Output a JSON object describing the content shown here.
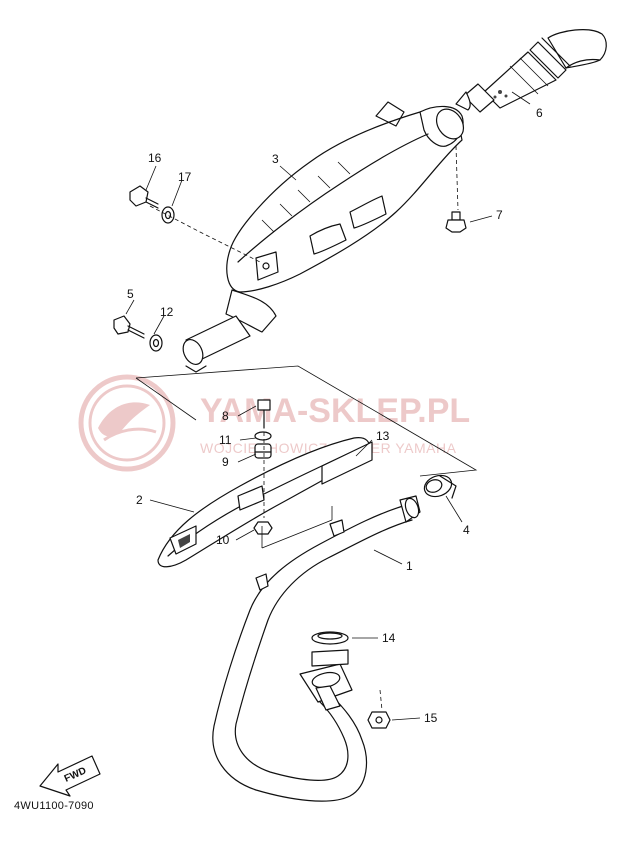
{
  "diagram_code": "4WU1100-7090",
  "watermark": {
    "title": "YAMA-SKLEP.PL",
    "subtitle": "WOJCIECHOWICZ DEALER YAMAHA",
    "color": "#d98a8a"
  },
  "fwd_label": "FWD",
  "callouts": {
    "p1": "1",
    "p2": "2",
    "p3": "3",
    "p4": "4",
    "p5": "5",
    "p6": "6",
    "p7": "7",
    "p8": "8",
    "p9": "9",
    "p10": "10",
    "p11": "11",
    "p12": "12",
    "p13": "13",
    "p14": "14",
    "p15": "15",
    "p16": "16",
    "p17": "17"
  }
}
